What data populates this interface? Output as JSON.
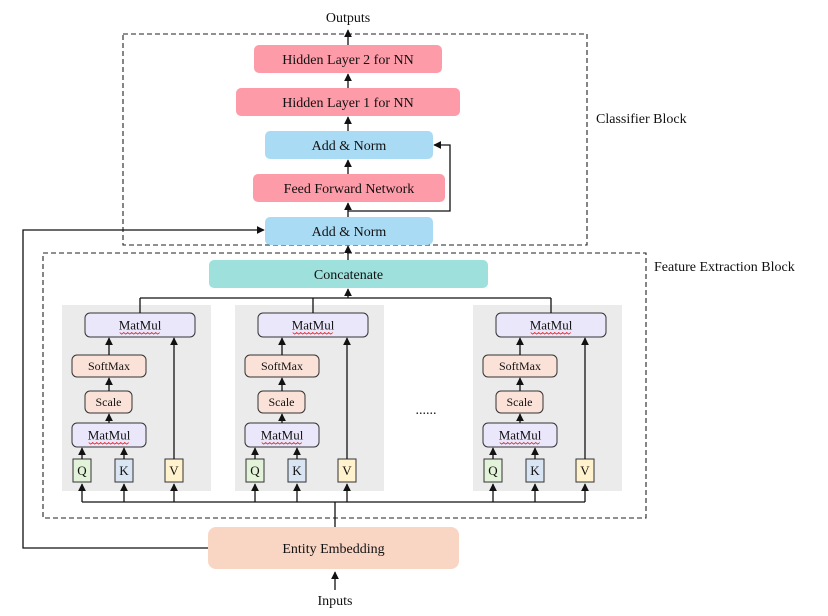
{
  "labels": {
    "outputs": "Outputs",
    "inputs": "Inputs",
    "classifier_block": "Classifier Block",
    "feature_block": "Feature Extraction Block",
    "ellipsis": "......"
  },
  "classifier": {
    "hidden2": "Hidden Layer 2 for NN",
    "hidden1": "Hidden Layer 1 for NN",
    "addnorm_top": "Add & Norm",
    "ffn": "Feed Forward Network",
    "addnorm_bottom": "Add & Norm"
  },
  "feature": {
    "concat": "Concatenate",
    "embedding": "Entity Embedding",
    "heads": [
      {
        "matmul_out": "MatMul",
        "softmax": "SoftMax",
        "scale": "Scale",
        "matmul_in": "MatMul",
        "q": "Q",
        "k": "K",
        "v": "V"
      },
      {
        "matmul_out": "MatMul",
        "softmax": "SoftMax",
        "scale": "Scale",
        "matmul_in": "MatMul",
        "q": "Q",
        "k": "K",
        "v": "V"
      },
      {
        "matmul_out": "MatMul",
        "softmax": "SoftMax",
        "scale": "Scale",
        "matmul_in": "MatMul",
        "q": "Q",
        "k": "K",
        "v": "V"
      }
    ]
  },
  "colors": {
    "hidden": "#fd9ca8",
    "addnorm": "#aadbf4",
    "concat": "#9de0dc",
    "embedding": "#f9d5c4",
    "matmul": "#ebe7fb",
    "softmax": "#fbe2d8",
    "q": "#e2f3d9",
    "k": "#d9e5f3",
    "v": "#fff2cc",
    "head_bg": "#ebebeb"
  }
}
